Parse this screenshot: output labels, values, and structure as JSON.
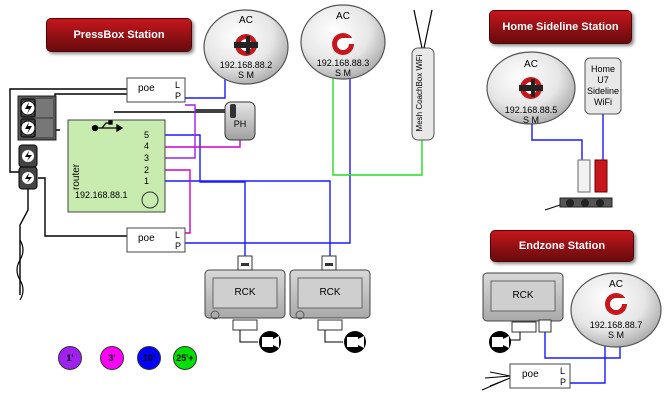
{
  "stations": {
    "pressbox": {
      "title": "PressBox Station"
    },
    "home_sideline": {
      "title": "Home Sideline Station"
    },
    "endzone": {
      "title": "Endzone Station"
    }
  },
  "access_points": [
    {
      "id": "ac-1",
      "label": "AC",
      "ip": "192.168.88.2",
      "ports": "S M"
    },
    {
      "id": "ac-2",
      "label": "AC",
      "ip": "192.168.88.3",
      "ports": "S M"
    },
    {
      "id": "ac-3",
      "label": "AC",
      "ip": "192.168.88.5",
      "ports": "S M"
    },
    {
      "id": "ac-4",
      "label": "AC",
      "ip": "192.168.88.7",
      "ports": "S M"
    }
  ],
  "poe_units": [
    {
      "label": "poe",
      "l": "L",
      "p": "P"
    },
    {
      "label": "poe",
      "l": "L",
      "p": "P"
    },
    {
      "label": "poe",
      "l": "L",
      "p": "P"
    }
  ],
  "router": {
    "label": "router",
    "ip": "192.168.88.1",
    "ports": [
      "5",
      "4",
      "3",
      "2",
      "1"
    ]
  },
  "phone": {
    "label": "PH"
  },
  "mesh": {
    "label": "Mesh CoachBox WiFi"
  },
  "home_wifi": {
    "lines": [
      "Home",
      "U7",
      "Sideline",
      "WiFi"
    ]
  },
  "rck_units": [
    {
      "label": "RCK"
    },
    {
      "label": "RCK"
    },
    {
      "label": "RCK"
    }
  ],
  "legend": [
    {
      "label": "1'",
      "color": "#a020f0"
    },
    {
      "label": "3'",
      "color": "#ff00ff"
    },
    {
      "label": "10'",
      "color": "#0000ff"
    },
    {
      "label": "25'+",
      "color": "#00e000"
    }
  ],
  "colors": {
    "banner": "#a0131a",
    "cable_1ft": "#a020f0",
    "cable_3ft": "#cc00cc",
    "cable_10ft": "#1a1aff",
    "cable_25ft": "#22dd22",
    "router_fill": "#c8ecb0"
  }
}
